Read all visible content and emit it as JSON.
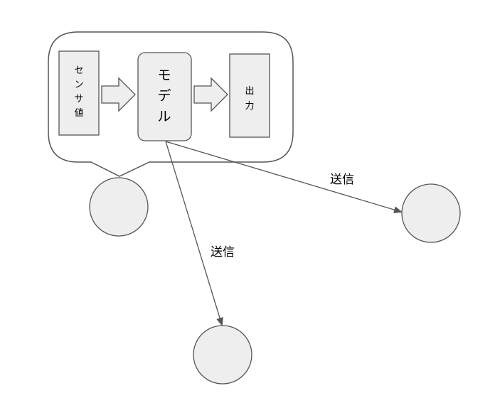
{
  "nodes": {
    "sensor": {
      "chars": [
        "セ",
        "ン",
        "サ",
        "値"
      ]
    },
    "model": {
      "chars": [
        "モ",
        "デ",
        "ル"
      ]
    },
    "output": {
      "chars": [
        "出",
        "力"
      ]
    }
  },
  "edges": {
    "send_right": "送信",
    "send_down": "送信"
  },
  "colors": {
    "fill": "#eeeeee",
    "stroke": "#555555",
    "bubble_stroke": "#555555"
  }
}
